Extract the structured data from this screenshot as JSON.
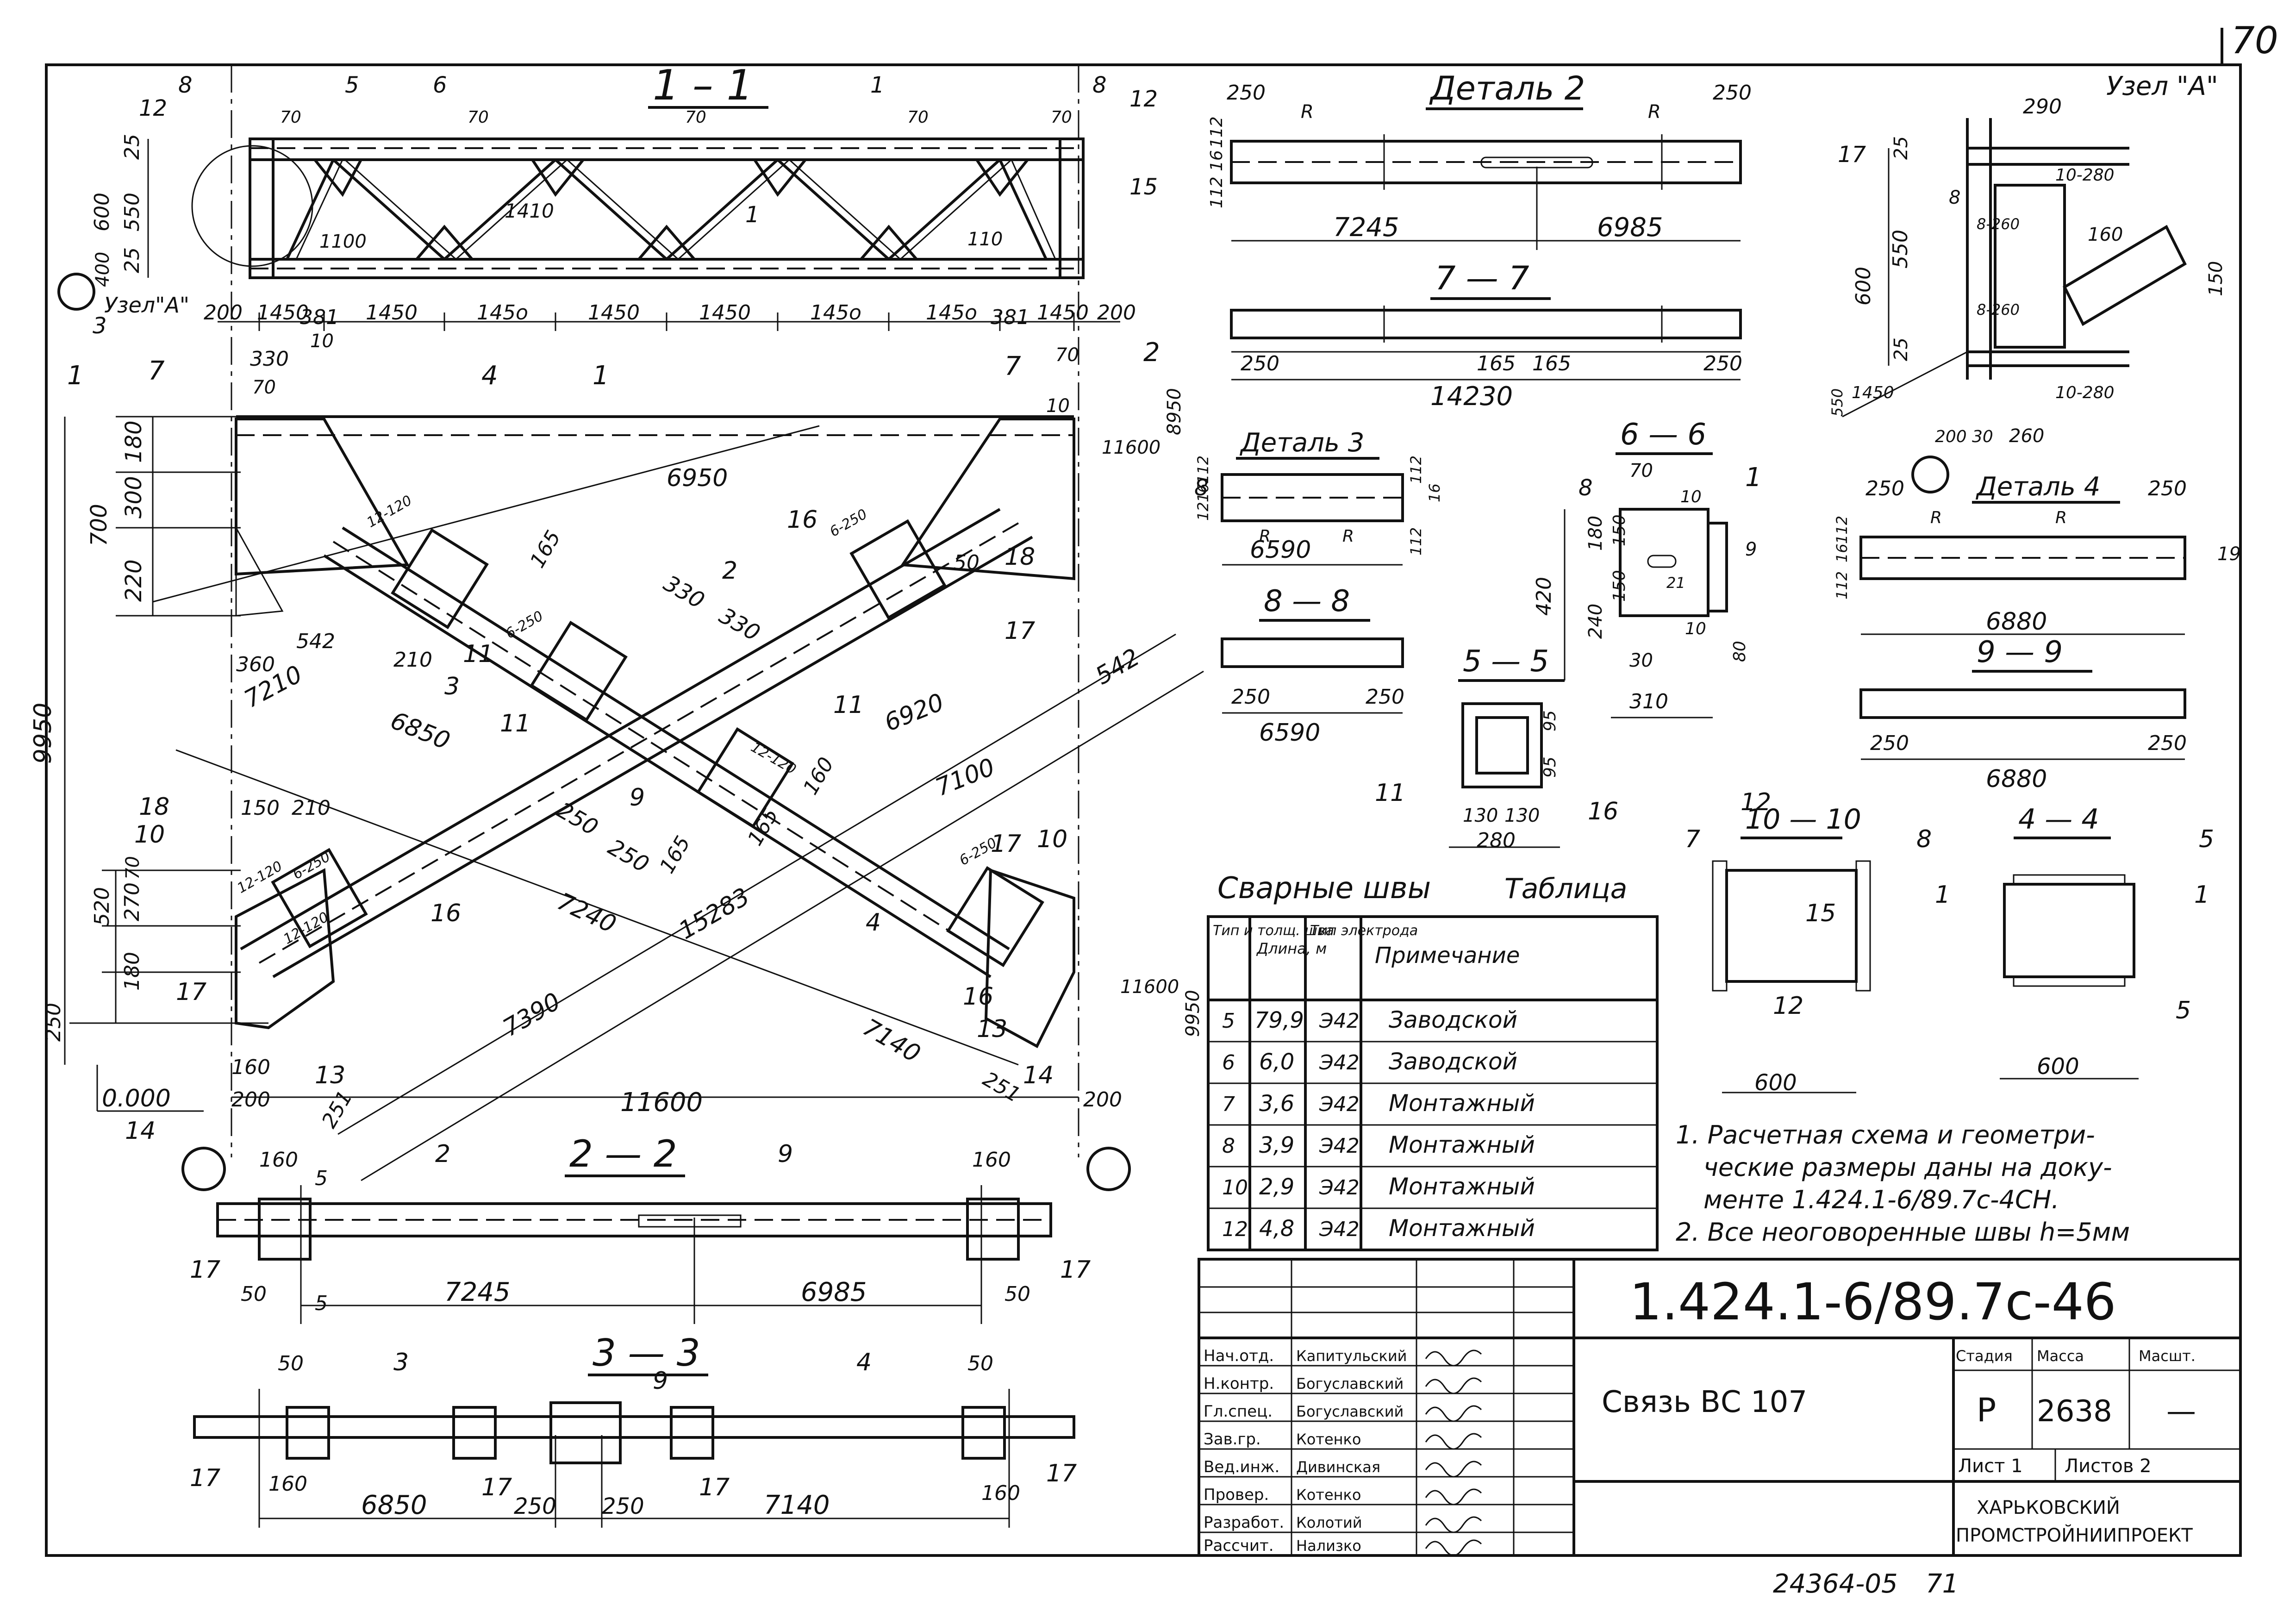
{
  "sheet": {
    "number": "70",
    "bottom_code": "24364-05",
    "bottom_page": "71"
  },
  "section_1_1": {
    "title": "1 – 1",
    "node_label": "Узел\"А\"",
    "dims": [
      "1450",
      "381",
      "1450",
      "145o",
      "1450",
      "1450",
      "145o",
      "145o",
      "381",
      "1450",
      "200",
      "200"
    ],
    "vertical_dims": [
      "25",
      "550",
      "25",
      "600",
      "400",
      "6",
      "15",
      "12",
      "8",
      "8",
      "8",
      "7"
    ],
    "tags": [
      "8",
      "5",
      "6",
      "1",
      "8",
      "12",
      "12",
      "15",
      "1",
      "3"
    ],
    "weld_marks": [
      "70",
      "70",
      "70",
      "70",
      "70",
      "70",
      "70",
      "70",
      "70"
    ],
    "diag_dims": [
      "1410",
      "1100",
      "110"
    ]
  },
  "elevation": {
    "cut_labels": [
      "1",
      "2",
      "4",
      "1",
      "7",
      "7"
    ],
    "top_dims": [
      "330",
      "70",
      "10",
      "70",
      "10"
    ],
    "left_dims": [
      "180",
      "300",
      "220",
      "700",
      "9950",
      "520",
      "270",
      "180",
      "250",
      "70"
    ],
    "datum": "0.000",
    "diagonal_dims": [
      "6950",
      "6850",
      "7210",
      "6920",
      "7100",
      "7240",
      "7390",
      "7140",
      "15283",
      "542",
      "542",
      "330",
      "330",
      "250",
      "250",
      "165",
      "165",
      "160",
      "165"
    ],
    "bottom_dims": [
      "11600",
      "160",
      "200",
      "200",
      "251",
      "251"
    ],
    "side_levels": [
      "8950",
      "11600",
      "11600",
      "9950"
    ],
    "tags": [
      "16",
      "17",
      "17",
      "18",
      "11",
      "11",
      "11",
      "3",
      "2",
      "9",
      "4",
      "13",
      "13",
      "14",
      "14",
      "16",
      "17",
      "10",
      "18",
      "10",
      "16"
    ],
    "weld_notes": [
      "12-120",
      "6-250",
      "6-250",
      "12-120",
      "6-250",
      "12-120",
      "6-250",
      "12-120"
    ],
    "small_dims": [
      "150",
      "210",
      "360",
      "210",
      "50",
      "5",
      "21",
      "10",
      "9",
      "30"
    ]
  },
  "section_2_2": {
    "title": "2 — 2",
    "dims": [
      "160",
      "160",
      "7245",
      "6985",
      "50",
      "50"
    ],
    "tags": [
      "2",
      "9",
      "17",
      "17",
      "5",
      "5"
    ]
  },
  "section_3_3": {
    "title": "3 — 3",
    "dims": [
      "50",
      "50",
      "160",
      "160",
      "6850",
      "250",
      "250",
      "7140"
    ],
    "tags": [
      "3",
      "9",
      "4",
      "17",
      "17",
      "17",
      "17"
    ]
  },
  "detail_2": {
    "title": "Деталь 2",
    "dims": [
      "250",
      "250",
      "7245",
      "6985",
      "112",
      "16",
      "112"
    ],
    "radius": "R"
  },
  "section_7_7": {
    "title": "7 — 7",
    "dims": [
      "250",
      "165",
      "165",
      "250",
      "14230"
    ]
  },
  "node_a": {
    "title": "Узел \"А\"",
    "dims": [
      "290",
      "25",
      "550",
      "25",
      "600",
      "160",
      "150",
      "200",
      "30",
      "260",
      "1450",
      "550"
    ],
    "weld_notes": [
      "10-280",
      "8-260",
      "8-260",
      "10-280"
    ],
    "tags": [
      "17",
      "8"
    ]
  },
  "detail_3": {
    "title": "Деталь 3",
    "dims": [
      "112",
      "16",
      "12",
      "6590",
      "112",
      "16",
      "112"
    ],
    "tags": [
      "8"
    ],
    "radius": "R"
  },
  "section_8_8": {
    "title": "8 — 8",
    "dims": [
      "250",
      "250",
      "6590"
    ]
  },
  "section_6_6": {
    "title": "6 — 6",
    "dims": [
      "70",
      "10",
      "180",
      "150",
      "420",
      "240",
      "150",
      "21",
      "10",
      "30",
      "310",
      "80",
      "9"
    ],
    "tags": [
      "8",
      "1"
    ]
  },
  "section_5_5": {
    "title": "5 — 5",
    "dims": [
      "95",
      "95",
      "130",
      "130",
      "280"
    ],
    "tags": [
      "11",
      "16"
    ]
  },
  "detail_4": {
    "title": "Деталь 4",
    "dims": [
      "250",
      "250",
      "112",
      "16",
      "112",
      "6880",
      "19"
    ],
    "radius": "R"
  },
  "section_9_9": {
    "title": "9 — 9",
    "dims": [
      "250",
      "250",
      "6880"
    ]
  },
  "section_10_10": {
    "title": "10 — 10",
    "dims": [
      "600"
    ],
    "tags": [
      "7",
      "12",
      "8",
      "15",
      "12"
    ]
  },
  "section_4_4": {
    "title": "4 — 4",
    "dims": [
      "600"
    ],
    "tags": [
      "5",
      "1",
      "1",
      "5"
    ]
  },
  "weld_table": {
    "caption_left": "Сварные швы",
    "caption_right": "Таблица",
    "headers": [
      "Тип и толщ. шва",
      "Длина, м",
      "Тип электрода",
      "Примечание"
    ],
    "rows": [
      {
        "type": "5",
        "length": "79,9",
        "electrode": "Э42",
        "note": "Заводской"
      },
      {
        "type": "6",
        "length": "6,0",
        "electrode": "Э42",
        "note": "Заводской"
      },
      {
        "type": "7",
        "length": "3,6",
        "electrode": "Э42",
        "note": "Монтажный"
      },
      {
        "type": "8",
        "length": "3,9",
        "electrode": "Э42",
        "note": "Монтажный"
      },
      {
        "type": "10",
        "length": "2,9",
        "electrode": "Э42",
        "note": "Монтажный"
      },
      {
        "type": "12",
        "length": "4,8",
        "electrode": "Э42",
        "note": "Монтажный"
      }
    ]
  },
  "notes": [
    "1. Расчетная схема и геометри-",
    "ческие размеры даны на доку-",
    "менте 1.424.1-6/89.7с-4СН.",
    "2. Все неоговоренные швы h=5мм"
  ],
  "title_block": {
    "doc_code": "1.424.1-6/89.7с-46",
    "name": "Связь ВС 107",
    "stage_label": "Стадия",
    "mass_label": "Масса",
    "scale_label": "Масшт.",
    "stage": "Р",
    "mass": "2638",
    "scale": "—",
    "sheet_label": "Лист 1",
    "sheets_label": "Листов 2",
    "org_line1": "ХАРЬКОВСКИЙ",
    "org_line2": "ПРОМСТРОЙНИИПРОЕКТ",
    "staff": [
      {
        "role": "Нач.отд.",
        "name": "Капитульский"
      },
      {
        "role": "Н.контр.",
        "name": "Богуславский"
      },
      {
        "role": "Гл.спец.",
        "name": "Богуславский"
      },
      {
        "role": "Зав.гр.",
        "name": "Котенко"
      },
      {
        "role": "Вед.инж.",
        "name": "Дивинская"
      },
      {
        "role": "Провер.",
        "name": "Котенко"
      },
      {
        "role": "Разработ.",
        "name": "Колотий"
      },
      {
        "role": "Рассчит.",
        "name": "Нализко"
      }
    ]
  }
}
